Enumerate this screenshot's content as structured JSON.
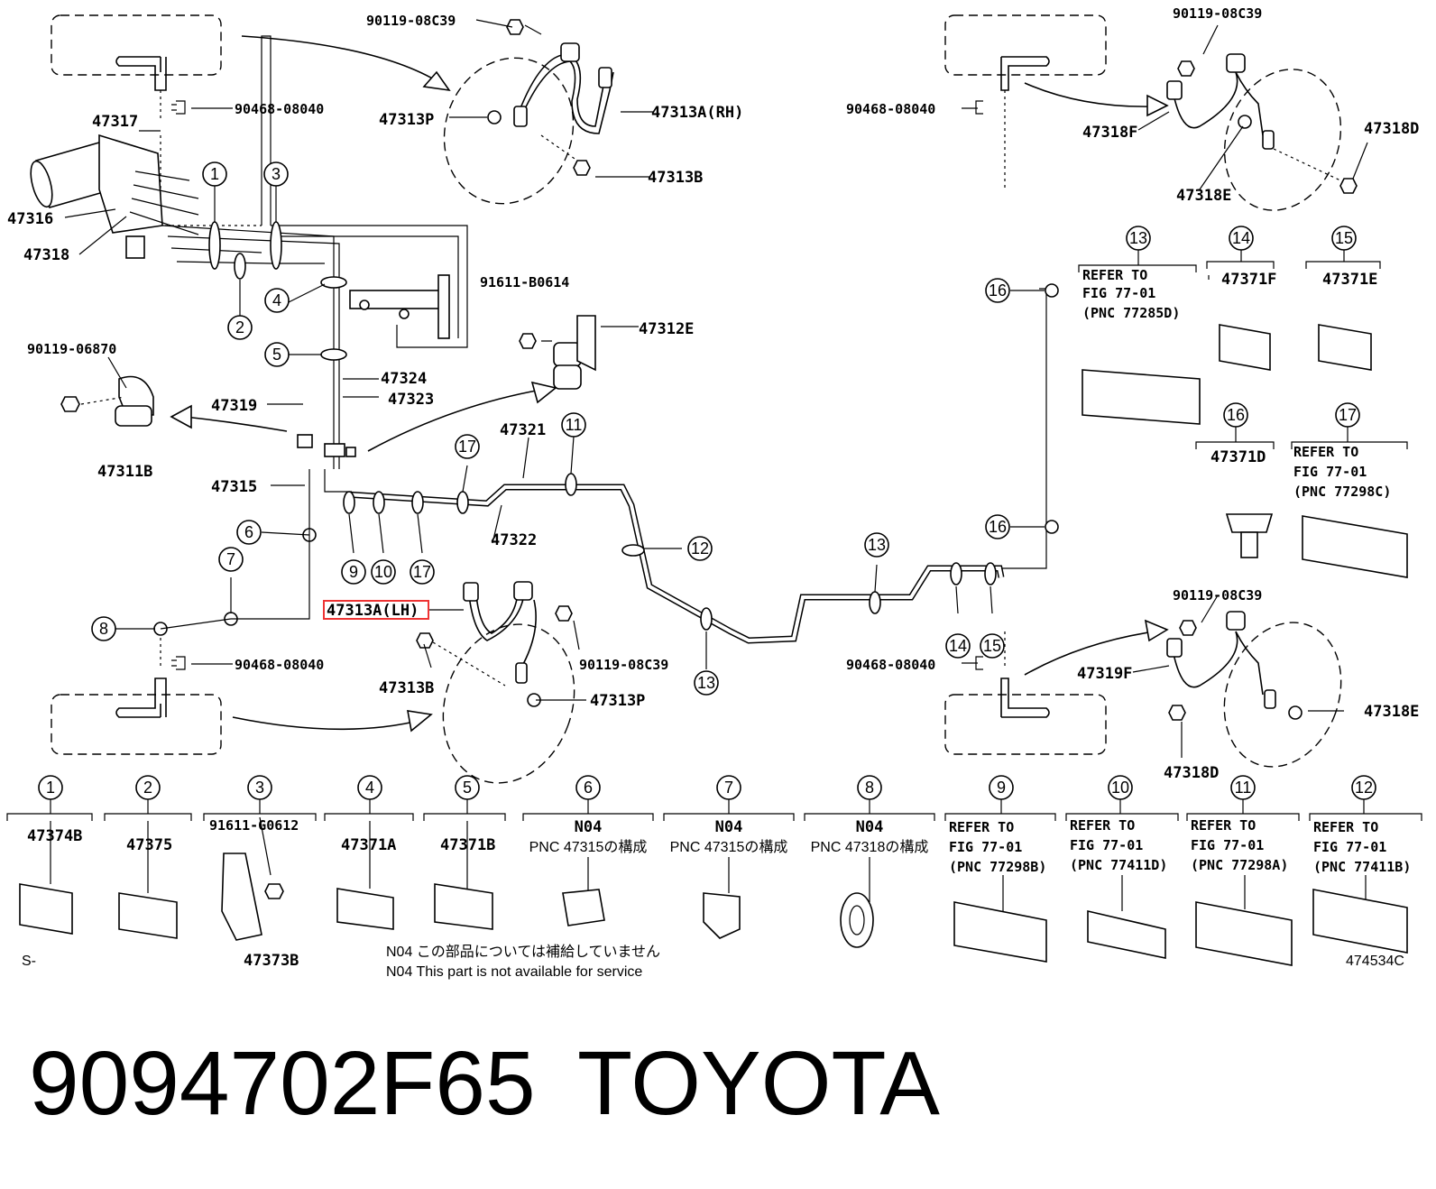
{
  "labels": {
    "l01": "90119-08C39",
    "l02": "90468-08040",
    "l03": "47317",
    "l04": "47313P",
    "l05": "47313A(RH)",
    "l06": "47313B",
    "l07": "47316",
    "l08": "47318",
    "l09": "91611-B0614",
    "l10": "47312E",
    "l11": "90119-06870",
    "l12": "47324",
    "l13": "47319",
    "l14": "47323",
    "l15": "47311B",
    "l16": "47321",
    "l17": "47315",
    "l18": "47322",
    "l19": "47313A(LH)",
    "l20": "90119-08C39",
    "l21": "90468-08040",
    "l22": "47313B",
    "l23": "47313P",
    "r01": "90119-08C39",
    "r02": "90468-08040",
    "r03": "47318F",
    "r04": "47318D",
    "r05": "47318E",
    "r06": "47371F",
    "r07": "47371E",
    "r08": "47371D",
    "r09": "90119-08C39",
    "r10": "90468-08040",
    "r11": "47319F",
    "r12": "47318E",
    "r13": "47318D"
  },
  "refer13": [
    "REFER TO",
    "FIG 77-01",
    "(PNC 77285D)"
  ],
  "refer17": [
    "REFER TO",
    "FIG 77-01",
    "(PNC 77298C)"
  ],
  "callouts": [
    "1",
    "2",
    "3",
    "4",
    "5",
    "6",
    "7",
    "8",
    "9",
    "10",
    "11",
    "12",
    "13",
    "14",
    "15",
    "16",
    "17"
  ],
  "legend": [
    {
      "num": "1",
      "lines": [
        "47374B"
      ]
    },
    {
      "num": "2",
      "lines": [
        "47375"
      ]
    },
    {
      "num": "3",
      "lines": [
        "91611-G0612",
        "47373B"
      ]
    },
    {
      "num": "4",
      "lines": [
        "47371A"
      ]
    },
    {
      "num": "5",
      "lines": [
        "47371B"
      ]
    },
    {
      "num": "6",
      "lines": [
        "N04",
        "PNC 47315の構成"
      ]
    },
    {
      "num": "7",
      "lines": [
        "N04",
        "PNC 47315の構成"
      ]
    },
    {
      "num": "8",
      "lines": [
        "N04",
        "PNC 47318の構成"
      ]
    },
    {
      "num": "9",
      "lines": [
        "REFER TO",
        "FIG 77-01",
        "(PNC 77298B)"
      ]
    },
    {
      "num": "10",
      "lines": [
        "REFER TO",
        "FIG 77-01",
        "(PNC 77411D)"
      ]
    },
    {
      "num": "11",
      "lines": [
        "REFER TO",
        "FIG 77-01",
        "(PNC 77298A)"
      ]
    },
    {
      "num": "12",
      "lines": [
        "REFER TO",
        "FIG 77-01",
        "(PNC 77411B)"
      ]
    }
  ],
  "notes": {
    "n04_jp": "N04 この部品については補給していません",
    "n04_en": "N04 This part is not available for service",
    "corner_left": "S-",
    "figure_code": "474534C"
  },
  "title": {
    "part_number": "9094702F65",
    "brand": "TOYOTA"
  },
  "highlight_color": "#e33333"
}
